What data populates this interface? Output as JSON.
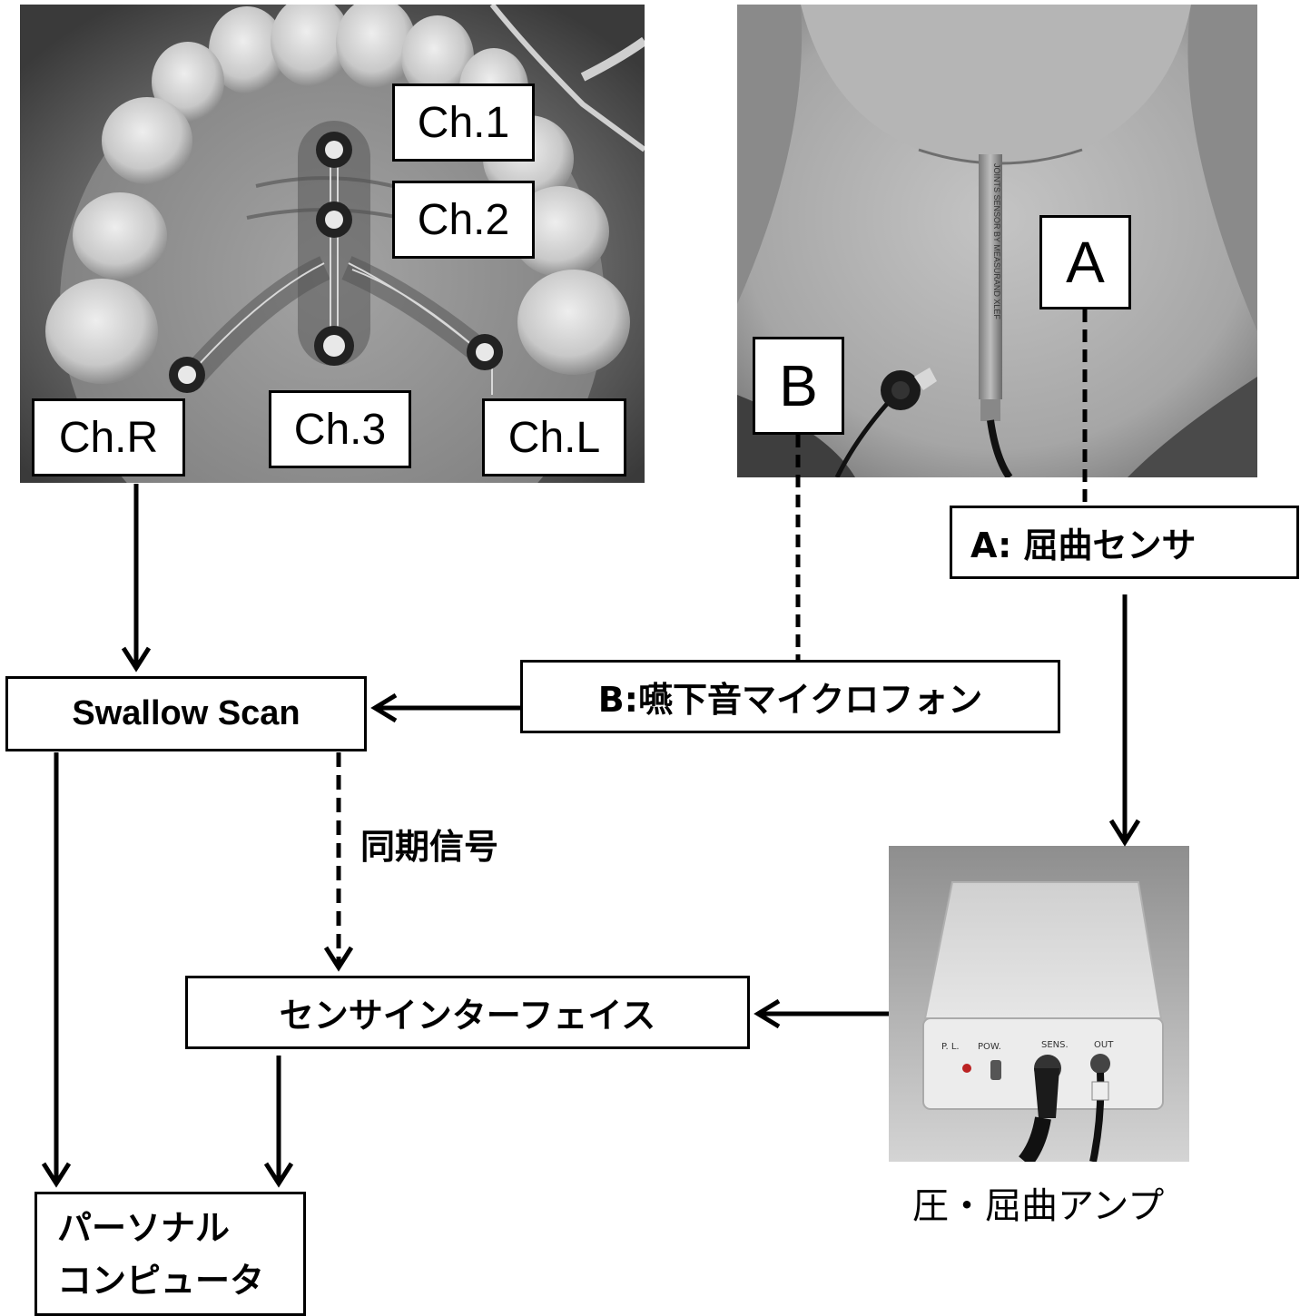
{
  "mouth_photo": {
    "labels": {
      "ch1": "Ch.1",
      "ch2": "Ch.2",
      "ch3": "Ch.3",
      "chR": "Ch.R",
      "chL": "Ch.L"
    }
  },
  "neck_photo": {
    "label_a": "A",
    "label_b": "B",
    "tube_text": "JOINTS SENSOR BY MEASURAND XLEF"
  },
  "nodes": {
    "flex_sensor": "A: 屈曲センサ",
    "swallow_mic": "B:嚥下音マイクロフォン",
    "swallow_scan": "Swallow Scan",
    "sync_signal": "同期信号",
    "sensor_interface": "センサインターフェイス",
    "pc_line1": "パーソナル",
    "pc_line2": "コンピュータ",
    "amp_caption": "圧・屈曲アンプ"
  },
  "amp_photo": {
    "panel_labels": {
      "pl": "P. L.",
      "pow": "POW.",
      "sens": "SENS.",
      "out": "OUT"
    }
  }
}
